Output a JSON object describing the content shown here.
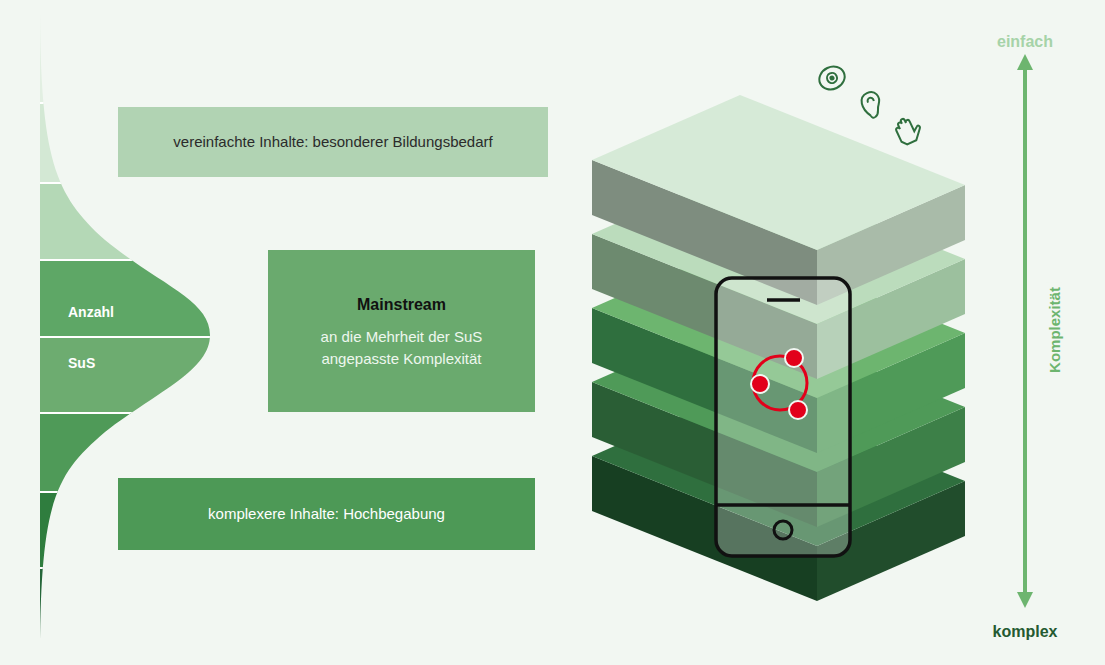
{
  "diagram": {
    "nodes": [
      {
        "text": [
          "vereinfachte Inhalte: besonderer Bildungsbedarf"
        ]
      },
      {
        "text": [
          "Mainstream",
          "an die Mehrheit der SuS angepasste Komplexität"
        ]
      },
      {
        "text": [
          "komplexere Inhalte: Hochbegabung"
        ]
      }
    ],
    "labels": [
      "Anzahl",
      "SuS",
      "einfach",
      "Komplexität",
      "komplex"
    ]
  }
}
